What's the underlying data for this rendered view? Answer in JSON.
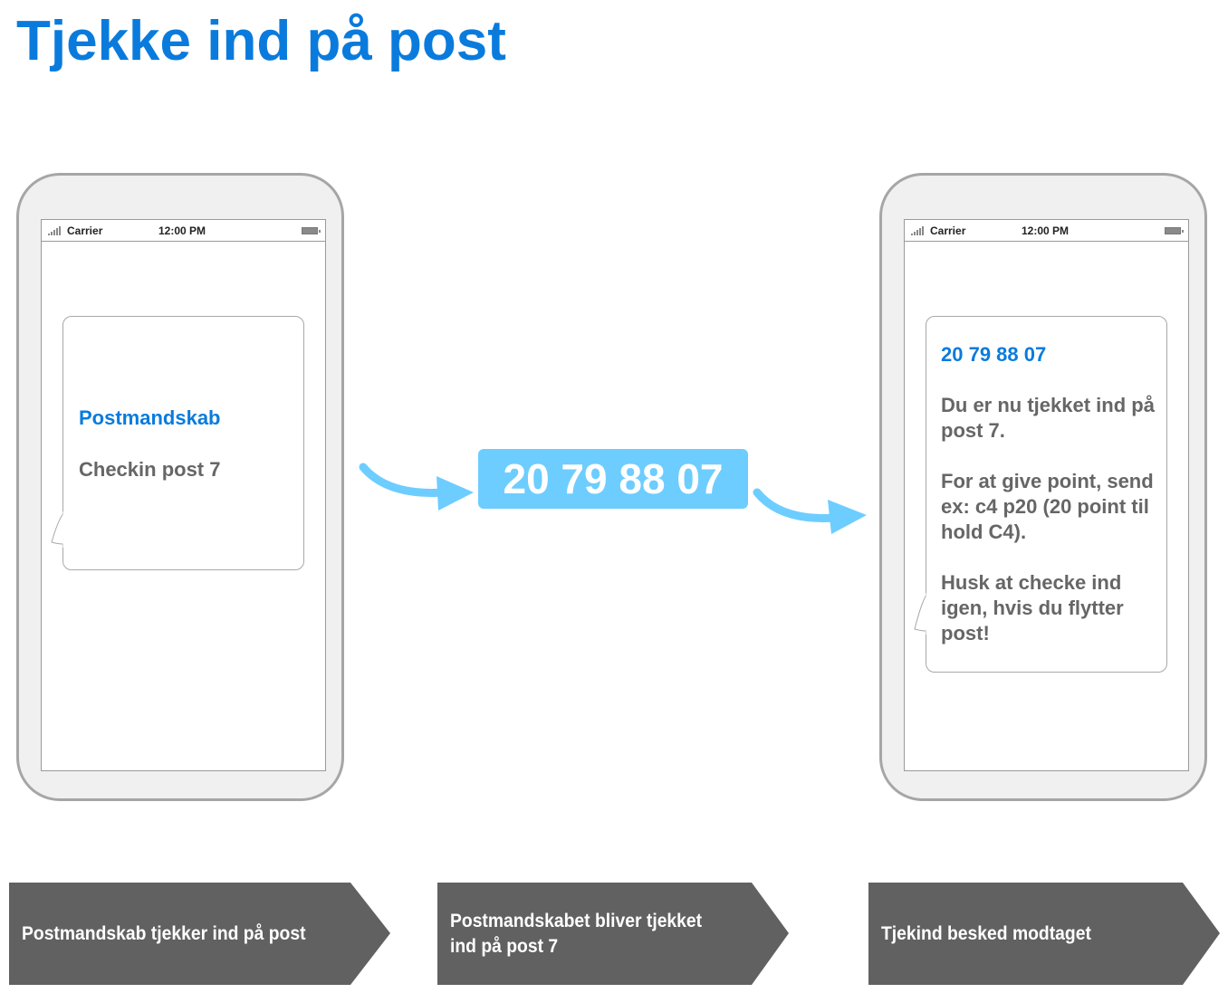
{
  "title": "Tjekke ind på post",
  "phones": [
    {
      "carrier": "Carrier",
      "time": "12:00 PM",
      "message": {
        "sender": "Postmandskab",
        "body": "Checkin post 7"
      }
    },
    {
      "carrier": "Carrier",
      "time": "12:00 PM",
      "message": {
        "sender": "20 79 88 07",
        "body": "Du er nu tjekket ind på post 7.\n\nFor at give point, send ex: c4 p20 (20 point til hold C4).\n\nHusk at checke ind igen, hvis du flytter post!"
      }
    }
  ],
  "sms_number": "20 79 88 07",
  "steps": [
    "Postmandskab tjekker ind på post",
    "Postmandskabet bliver tjekket\nind på post 7",
    "Tjekind besked modtaget"
  ],
  "colors": {
    "title": "#0a7bdc",
    "sender": "#0a7bdc",
    "body_text": "#666666",
    "sms_box": "#6dcdff",
    "arrow": "#6dcdff",
    "step_bg": "#616161"
  }
}
